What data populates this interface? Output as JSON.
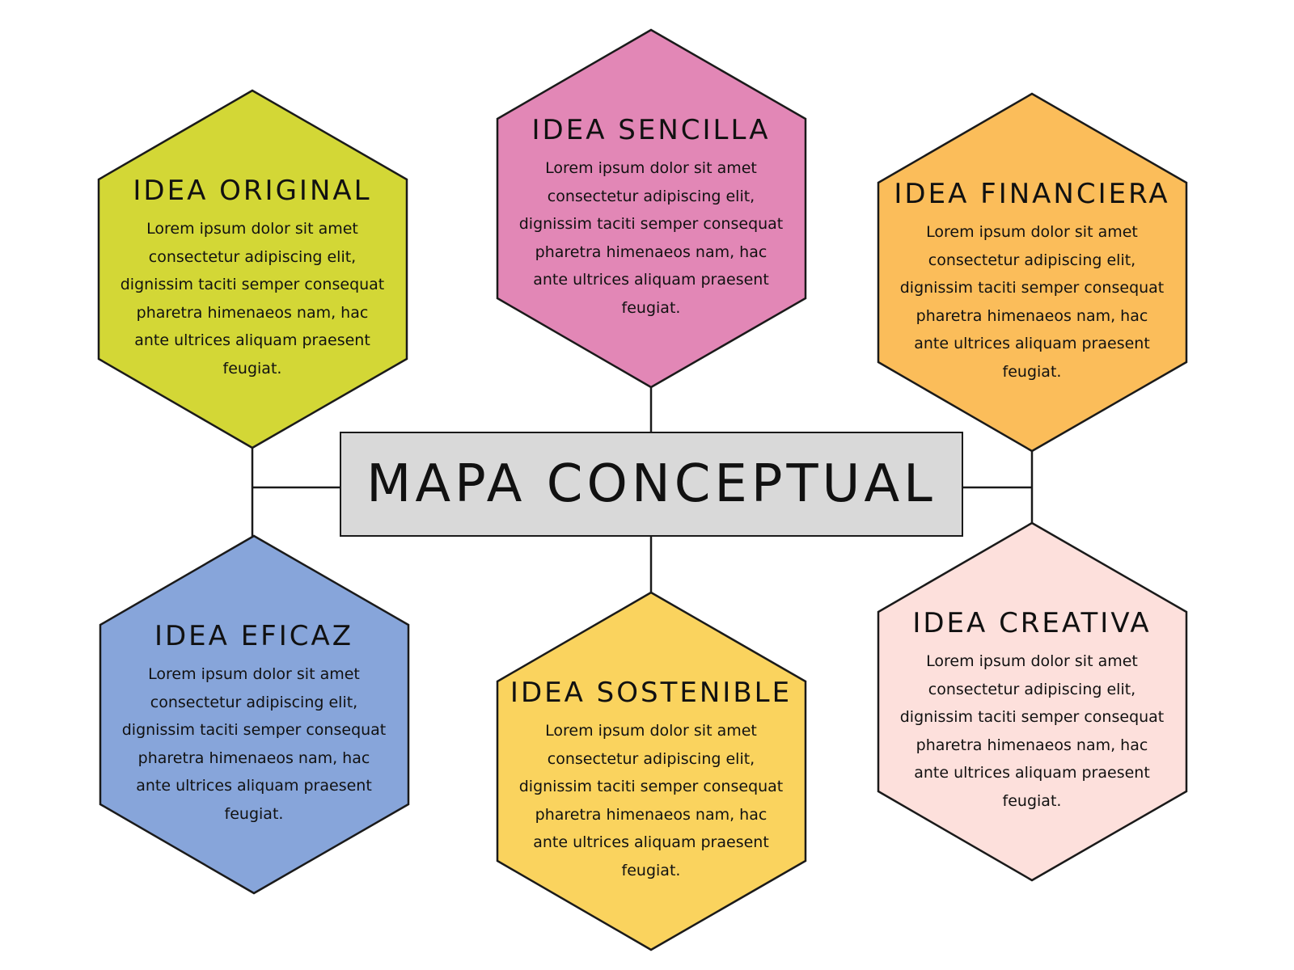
{
  "center": {
    "title": "MAPA CONCEPTUAL",
    "color": "#d9d9d9"
  },
  "nodes": [
    {
      "id": "original",
      "title": "IDEA ORIGINAL",
      "text": "Lorem ipsum dolor sit amet\nconsectetur adipiscing elit,\ndignissim taciti semper consequat\npharetra himenaeos nam, hac\nante ultrices aliquam praesent\nfeugiat.",
      "color": "#d3d736"
    },
    {
      "id": "sencilla",
      "title": "IDEA SENCILLA",
      "text": "Lorem ipsum dolor sit amet\nconsectetur adipiscing elit,\ndignissim taciti semper consequat\npharetra himenaeos nam, hac\nante ultrices aliquam praesent\nfeugiat.",
      "color": "#e287b6"
    },
    {
      "id": "financiera",
      "title": "IDEA FINANCIERA",
      "text": "Lorem ipsum dolor sit amet\nconsectetur adipiscing elit,\ndignissim taciti semper consequat\npharetra himenaeos nam, hac\nante ultrices aliquam praesent\nfeugiat.",
      "color": "#fbbd5a"
    },
    {
      "id": "eficaz",
      "title": "IDEA EFICAZ",
      "text": "Lorem ipsum dolor sit amet\nconsectetur adipiscing elit,\ndignissim taciti semper consequat\npharetra himenaeos nam, hac\nante ultrices aliquam praesent\nfeugiat.",
      "color": "#87a5da"
    },
    {
      "id": "sostenible",
      "title": "IDEA SOSTENIBLE",
      "text": "Lorem ipsum dolor sit amet\nconsectetur adipiscing elit,\ndignissim taciti semper consequat\npharetra himenaeos nam, hac\nante ultrices aliquam praesent\nfeugiat.",
      "color": "#fad35e"
    },
    {
      "id": "creativa",
      "title": "IDEA CREATIVA",
      "text": "Lorem ipsum dolor sit amet\nconsectetur adipiscing elit,\ndignissim taciti semper consequat\npharetra himenaeos nam, hac\nante ultrices aliquam praesent\nfeugiat.",
      "color": "#fde0dc"
    }
  ]
}
